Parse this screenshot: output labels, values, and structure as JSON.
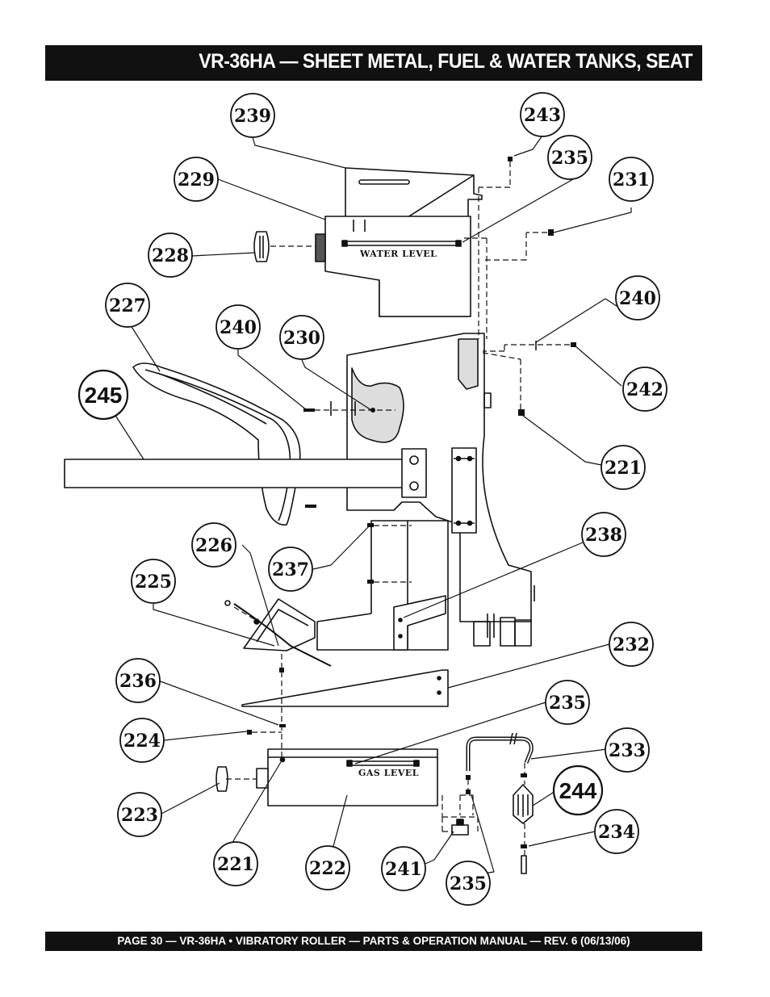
{
  "page": {
    "title": "VR-36HA — SHEET METAL, FUEL & WATER TANKS, SEAT",
    "footer": "PAGE 30 — VR-36HA • VIBRATORY ROLLER — PARTS & OPERATION MANUAL — REV. 6 (06/13/06)"
  },
  "labels": {
    "water_level": "WATER LEVEL",
    "gas_level": "GAS LEVEL"
  },
  "callouts": [
    {
      "id": "c239",
      "text": "239"
    },
    {
      "id": "c243",
      "text": "243"
    },
    {
      "id": "c235a",
      "text": "235"
    },
    {
      "id": "c229",
      "text": "229"
    },
    {
      "id": "c231",
      "text": "231"
    },
    {
      "id": "c228",
      "text": "228"
    },
    {
      "id": "c227",
      "text": "227"
    },
    {
      "id": "c240a",
      "text": "240"
    },
    {
      "id": "c240b",
      "text": "240"
    },
    {
      "id": "c230",
      "text": "230"
    },
    {
      "id": "c245",
      "text": "245"
    },
    {
      "id": "c242",
      "text": "242"
    },
    {
      "id": "c221a",
      "text": "221"
    },
    {
      "id": "c226",
      "text": "226"
    },
    {
      "id": "c238",
      "text": "238"
    },
    {
      "id": "c237",
      "text": "237"
    },
    {
      "id": "c225",
      "text": "225"
    },
    {
      "id": "c232",
      "text": "232"
    },
    {
      "id": "c236",
      "text": "236"
    },
    {
      "id": "c235b",
      "text": "235"
    },
    {
      "id": "c224",
      "text": "224"
    },
    {
      "id": "c233",
      "text": "233"
    },
    {
      "id": "c244",
      "text": "244"
    },
    {
      "id": "c223",
      "text": "223"
    },
    {
      "id": "c234",
      "text": "234"
    },
    {
      "id": "c221b",
      "text": "221"
    },
    {
      "id": "c222",
      "text": "222"
    },
    {
      "id": "c241",
      "text": "241"
    },
    {
      "id": "c235c",
      "text": "235"
    }
  ]
}
